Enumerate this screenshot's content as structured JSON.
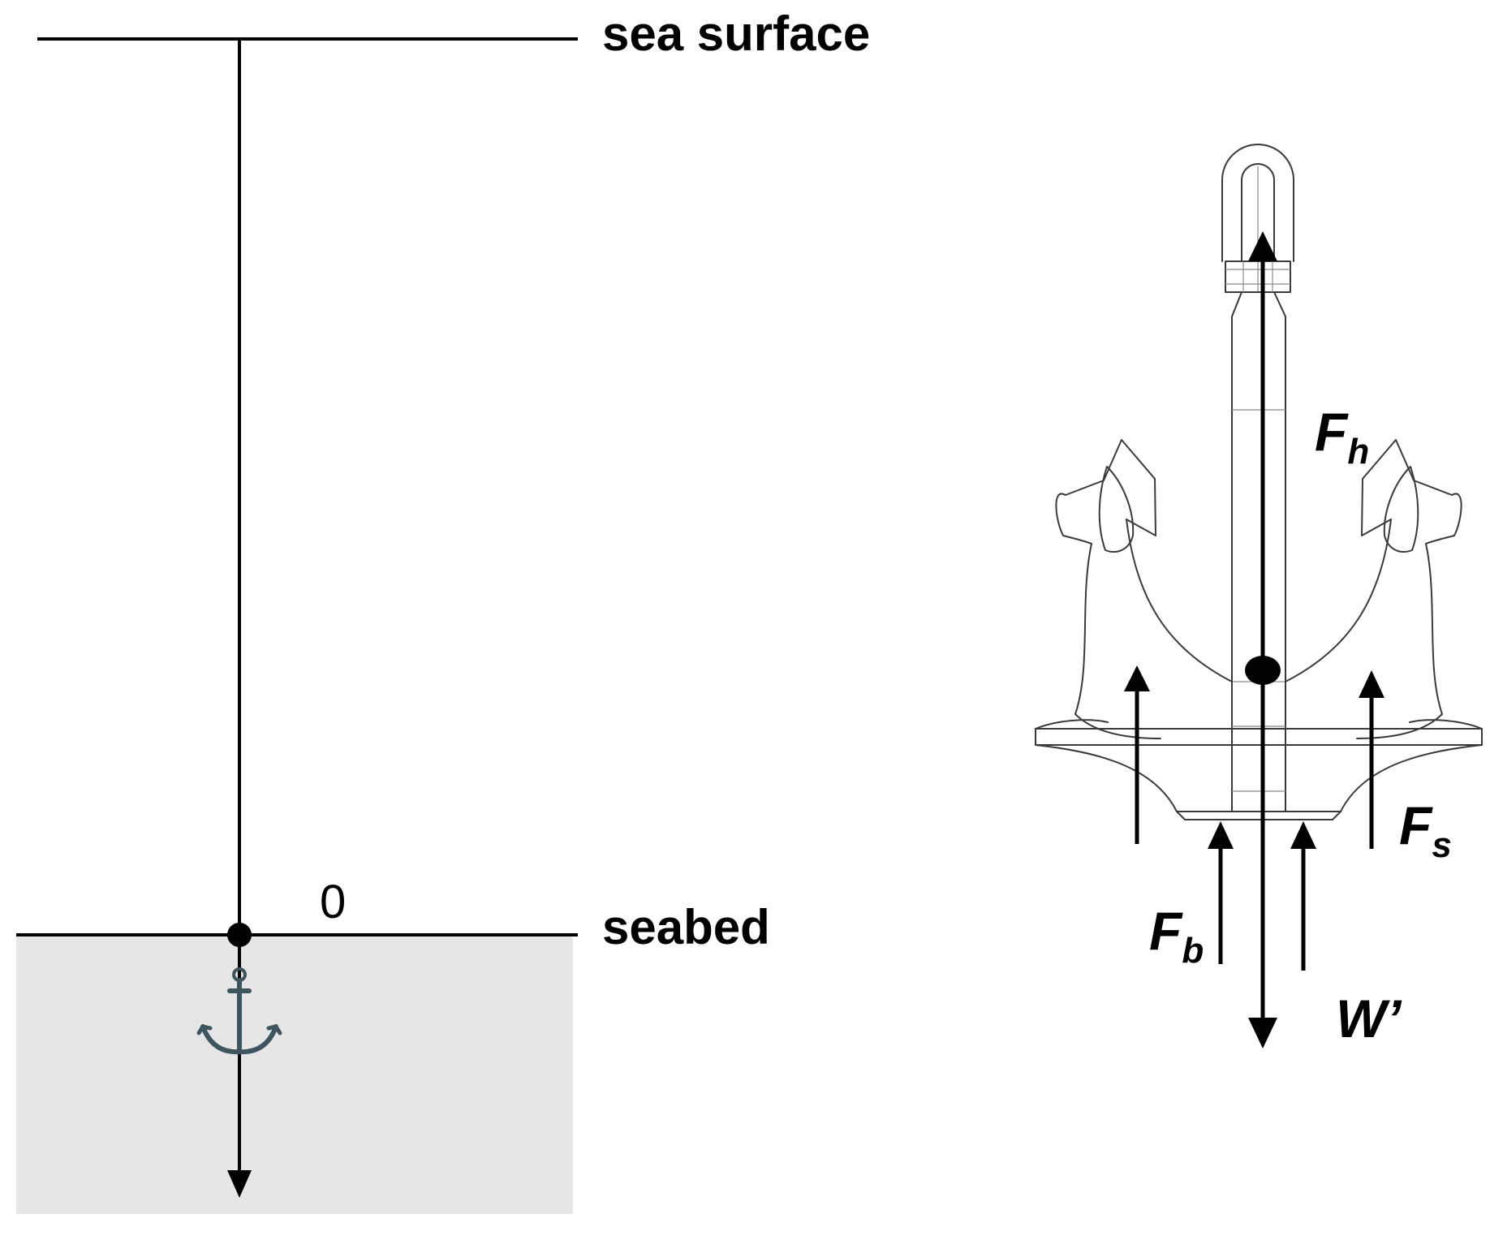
{
  "labels": {
    "sea_surface": "sea surface",
    "seabed": "seabed",
    "origin": "0"
  },
  "forces": {
    "fh": {
      "base": "F",
      "sub": "h"
    },
    "fs": {
      "base": "F",
      "sub": "s"
    },
    "fb": {
      "base": "F",
      "sub": "b"
    },
    "w": {
      "text": "W’"
    }
  },
  "colors": {
    "ink": "#000000",
    "seabed_fill": "#e6e6e6",
    "anchor_icon": "#3e5560",
    "anchor_drawing": "#3a3a3a"
  },
  "icons": {
    "small_anchor": "anchor-icon",
    "anchor_drawing": "anchor-icon"
  }
}
